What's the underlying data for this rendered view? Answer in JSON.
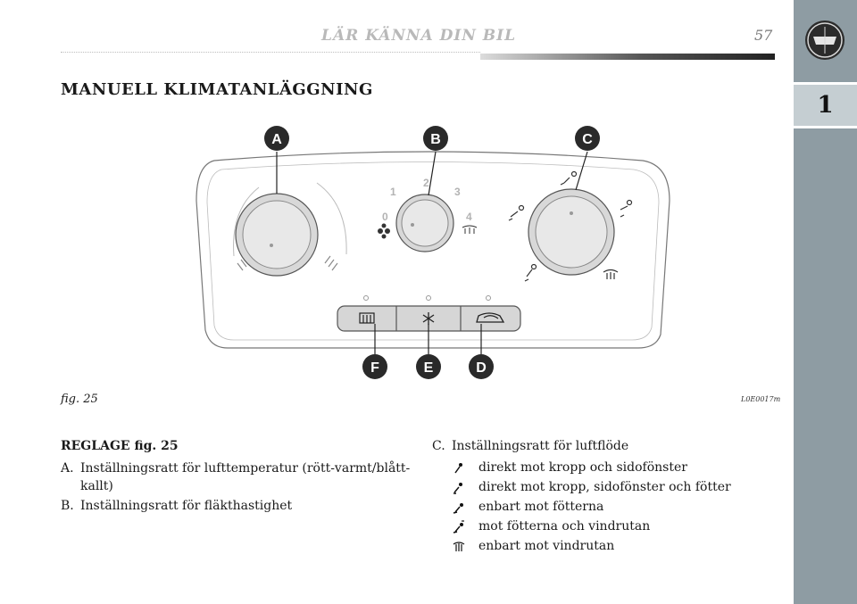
{
  "header": {
    "running_head": "LÄR KÄNNA DIN BIL",
    "page_number": "57",
    "chapter": "1"
  },
  "title": "MANUELL KLIMATANLÄGGNING",
  "figure": {
    "callouts": [
      "A",
      "B",
      "C",
      "D",
      "E",
      "F"
    ],
    "fan_scale": [
      "0",
      "1",
      "2",
      "3",
      "4"
    ],
    "caption": "fig. 25",
    "code": "L0E0017m"
  },
  "controls": {
    "heading": "REGLAGE fig. 25",
    "items": [
      {
        "letter": "A.",
        "text": "Inställningsratt för lufttemperatur (rött-varmt/blått-kallt)"
      },
      {
        "letter": "B.",
        "text": "Inställningsratt för fläkthastighet"
      },
      {
        "letter": "C.",
        "text": "Inställningsratt för luftflöde"
      }
    ],
    "flow_options": [
      {
        "icon": "airflow-face-icon",
        "text": "direkt mot kropp och sidofönster"
      },
      {
        "icon": "airflow-face-feet-icon",
        "text": "direkt mot kropp, sidofönster och fötter"
      },
      {
        "icon": "airflow-feet-icon",
        "text": "enbart mot fötterna"
      },
      {
        "icon": "airflow-feet-windscreen-icon",
        "text": "mot fötterna och vindrutan"
      },
      {
        "icon": "windscreen-defrost-icon",
        "text": "enbart mot vindrutan"
      }
    ]
  }
}
